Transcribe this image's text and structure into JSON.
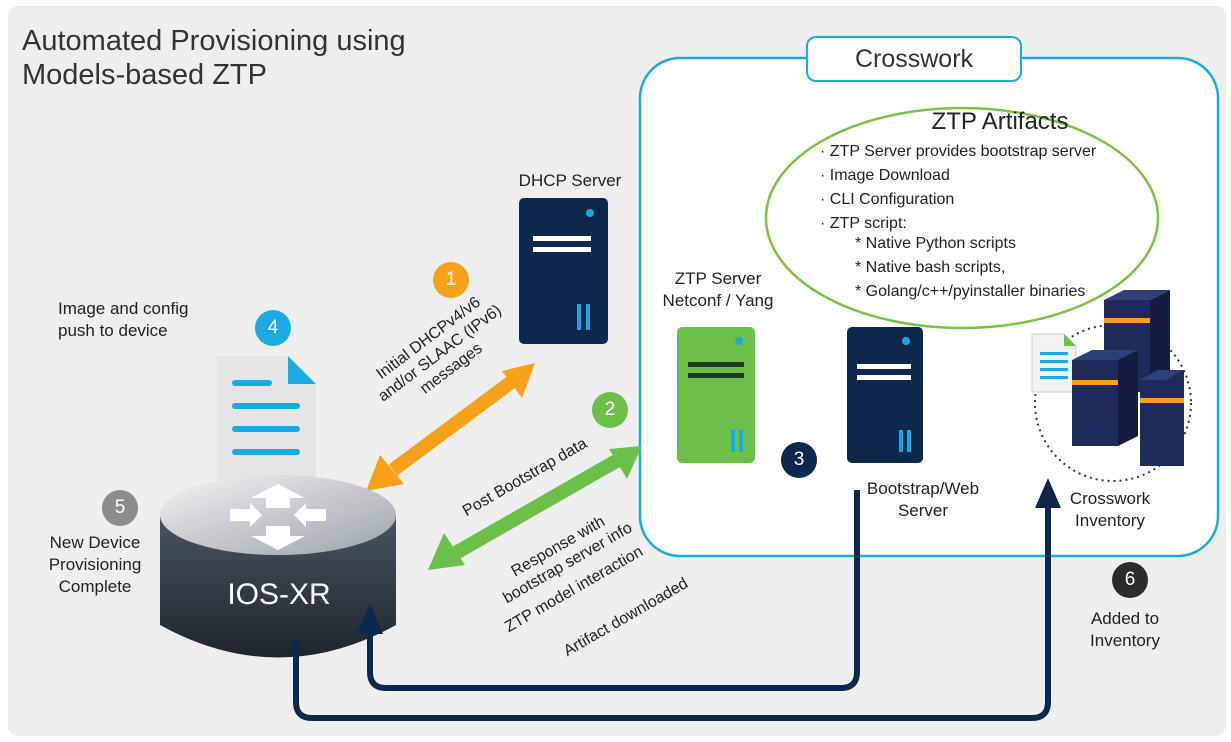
{
  "title": "Automated Provisioning using\nModels-based ZTP",
  "crosswork_label": "Crosswork",
  "artifacts": {
    "title": "ZTP Artifacts",
    "items": [
      "ZTP Server provides bootstrap server",
      "Image Download",
      "CLI Configuration",
      "ZTP script:"
    ],
    "subitems": [
      "* Native Python scripts",
      "* Native bash scripts,",
      "* Golang/c++/pyinstaller binaries"
    ]
  },
  "dhcp_server": "DHCP Server",
  "ztp_server": "ZTP Server\nNetconf / Yang",
  "bootstrap_server": "Bootstrap/Web\nServer",
  "crosswork_inventory": "Crosswork\nInventory",
  "image_push": "Image and config\npush to device",
  "new_device": "New Device\nProvisioning\nComplete",
  "added_inventory": "Added to\nInventory",
  "router_label": "IOS-XR",
  "dhcp_messages": "Initial DHCPv4/v6\nand/or SLAAC (IPv6)\nmessages",
  "post_bootstrap": "Post Bootstrap data",
  "response": "Response with\nbootstrap server info",
  "ztp_model": "ZTP model interaction",
  "artifact_downloaded": "Artifact downloaded",
  "steps": [
    "1",
    "2",
    "3",
    "4",
    "5",
    "6"
  ],
  "colors": {
    "cyan": "#1aa9e1",
    "orange": "#f7a11a",
    "green": "#6cc04a",
    "navy": "#0d274d",
    "gray": "#8c8c8c",
    "dark": "#2b2b2b",
    "ellipse": "#7cc242"
  }
}
